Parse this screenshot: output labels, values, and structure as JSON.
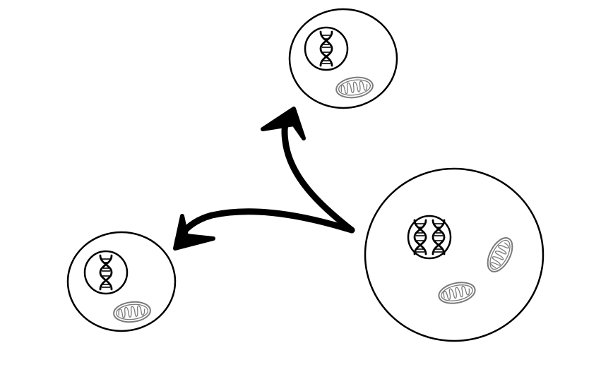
{
  "diagram": {
    "type": "cell-division",
    "description_hidden": "",
    "colors": {
      "outline": "#000000",
      "mitochondrion_outline": "#7a7a7a",
      "mitochondrion_fill": "#ffffff",
      "background": "#ffffff"
    },
    "parent_cell": {
      "chromosome_copies": 2,
      "mitochondria_count": 2
    },
    "daughter_cells": [
      {
        "id": "top",
        "chromosome_copies": 1,
        "mitochondria_count": 1
      },
      {
        "id": "left",
        "chromosome_copies": 1,
        "mitochondria_count": 1
      }
    ],
    "arrows": [
      "parent-to-top",
      "parent-to-left"
    ],
    "icons": [
      "dna-helix-icon",
      "mitochondrion-icon",
      "arrow-icon"
    ]
  }
}
